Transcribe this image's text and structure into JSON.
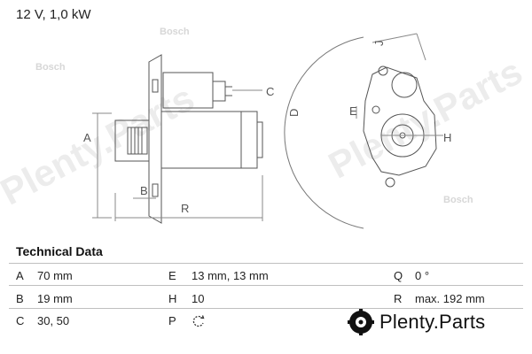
{
  "header": {
    "title": "12 V, 1,0 kW"
  },
  "drawing": {
    "labels": {
      "A": "A",
      "B": "B",
      "C": "C",
      "D": "D",
      "E": "E",
      "H": "H",
      "J": "J",
      "R": "R"
    }
  },
  "tech": {
    "heading": "Technical Data",
    "rows": [
      [
        {
          "k": "A",
          "v": "70 mm"
        },
        {
          "k": "E",
          "v": "13 mm, 13 mm"
        },
        {
          "k": "Q",
          "v": "0 °"
        }
      ],
      [
        {
          "k": "B",
          "v": "19 mm"
        },
        {
          "k": "H",
          "v": "10"
        },
        {
          "k": "R",
          "v": "max. 192 mm"
        }
      ],
      [
        {
          "k": "C",
          "v": "30, 50"
        },
        {
          "k": "P",
          "v": ""
        },
        {
          "k": "",
          "v": ""
        }
      ]
    ]
  },
  "watermark": {
    "text": "Plenty.Parts",
    "bosch": "Bosch"
  },
  "brand": {
    "text": "Plenty.Parts"
  },
  "icons": {
    "rotation": "rotation-arrow-icon",
    "logo": "plenty-parts-logo-icon"
  },
  "colors": {
    "line": "#555555",
    "grid": "#bfbfbf",
    "watermark": "#d7d7d7"
  }
}
